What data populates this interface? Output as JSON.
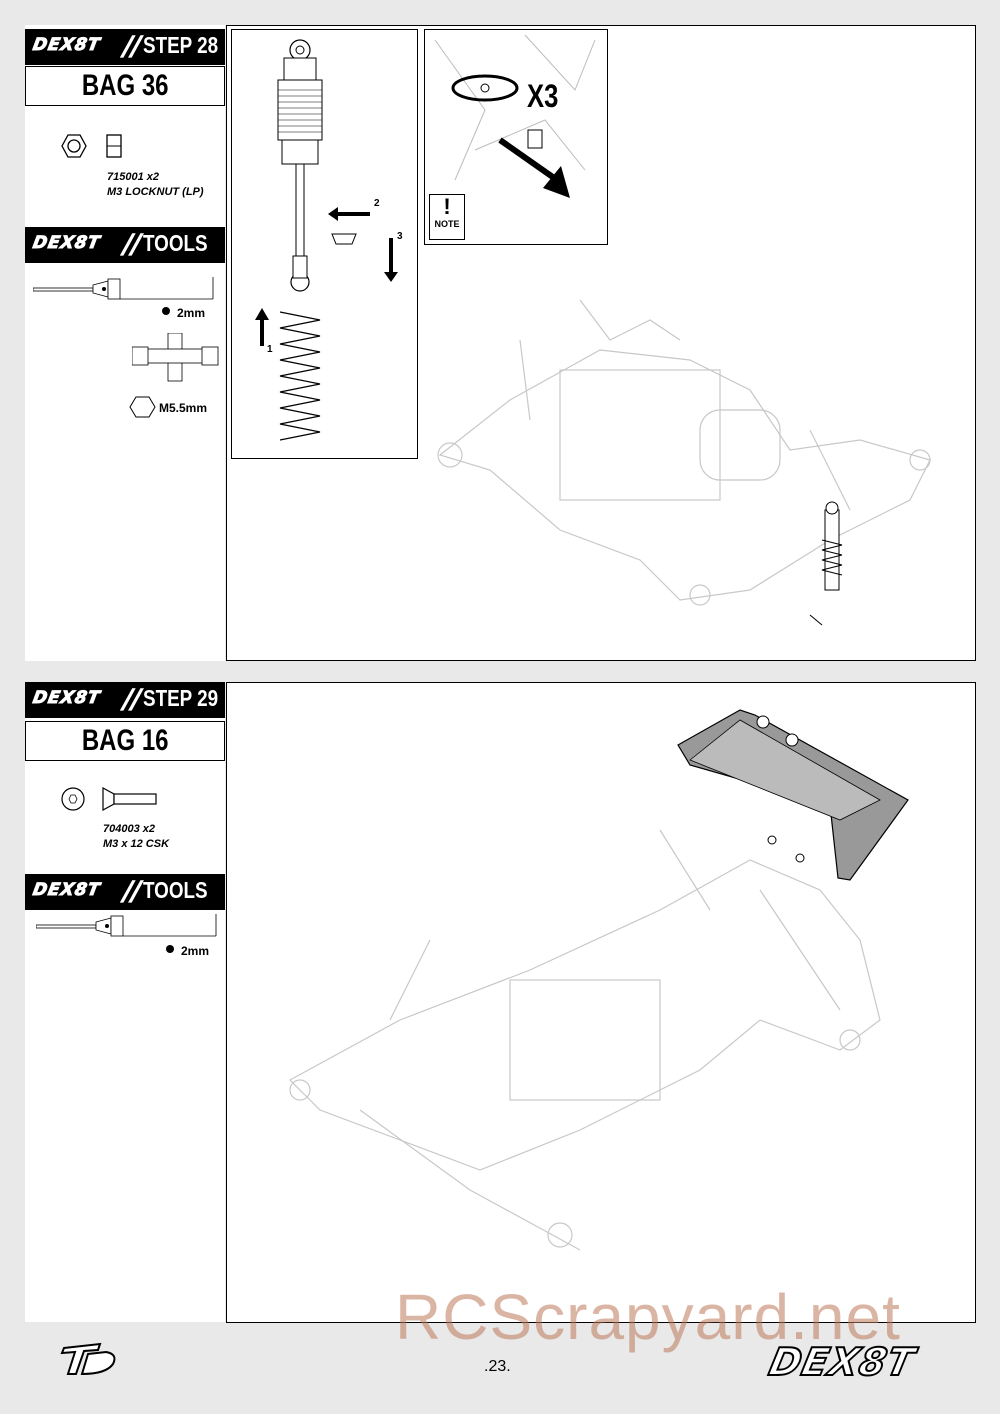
{
  "step28": {
    "brand": "DEX8T",
    "step_label": "STEP 28",
    "bag_label": "BAG 36",
    "part": {
      "code": "715001 x2",
      "name": "M3 LOCKNUT (LP)"
    },
    "tools_label": "TOOLS",
    "tools": [
      "2mm",
      "M5.5mm"
    ],
    "shock_steps": [
      "1",
      "2",
      "3"
    ],
    "note_multiplier": "X3",
    "note_label": "NOTE"
  },
  "step29": {
    "brand": "DEX8T",
    "step_label": "STEP 29",
    "bag_label": "BAG 16",
    "part": {
      "code": "704003 x2",
      "name": "M3 x 12 CSK"
    },
    "tools_label": "TOOLS",
    "tools": [
      "2mm"
    ]
  },
  "footer": {
    "page_number": ".23.",
    "logo_left": "TD",
    "logo_right": "DEX8T"
  },
  "watermark": "RCScrapyard.net"
}
